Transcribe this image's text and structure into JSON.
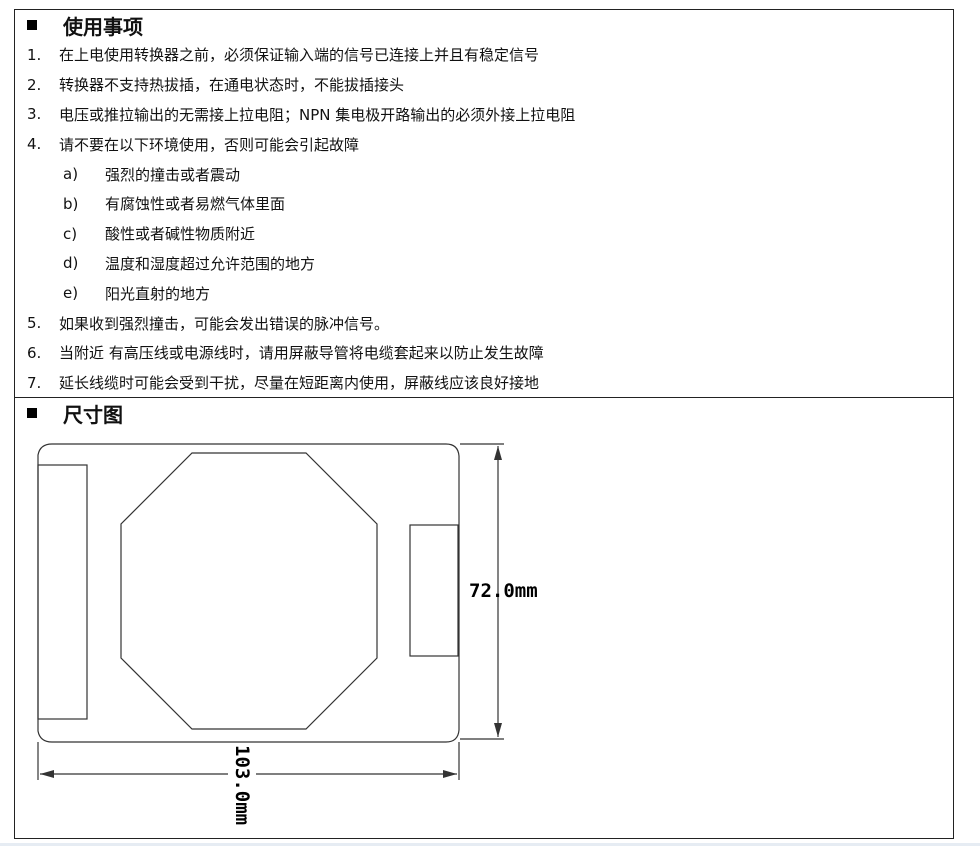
{
  "sections": {
    "usage": {
      "title": "使用事项",
      "items": [
        {
          "num": "1.",
          "text": "在上电使用转换器之前，必须保证输入端的信号已连接上并且有稳定信号"
        },
        {
          "num": "2.",
          "text": "转换器不支持热拔插，在通电状态时，不能拔插接头"
        },
        {
          "num": "3.",
          "text": "电压或推拉输出的无需接上拉电阻；NPN 集电极开路输出的必须外接上拉电阻"
        },
        {
          "num": "4.",
          "text": "请不要在以下环境使用，否则可能会引起故障"
        },
        {
          "num": "a)",
          "text": "强烈的撞击或者震动",
          "sub": true
        },
        {
          "num": "b)",
          "text": "有腐蚀性或者易燃气体里面",
          "sub": true
        },
        {
          "num": "c)",
          "text": "酸性或者碱性物质附近",
          "sub": true
        },
        {
          "num": "d)",
          "text": "温度和湿度超过允许范围的地方",
          "sub": true
        },
        {
          "num": "e)",
          "text": "阳光直射的地方",
          "sub": true
        },
        {
          "num": "5.",
          "text": "如果收到强烈撞击，可能会发出错误的脉冲信号。"
        },
        {
          "num": "6.",
          "text": "当附近 有高压线或电源线时，请用屏蔽导管将电缆套起来以防止发生故障"
        },
        {
          "num": "7.",
          "text": "延长线缆时可能会受到干扰，尽量在短距离内使用，屏蔽线应该良好接地"
        }
      ]
    },
    "dimension": {
      "title": "尺寸图",
      "height_label": "72.0mm",
      "width_label": "103.0mm"
    }
  }
}
